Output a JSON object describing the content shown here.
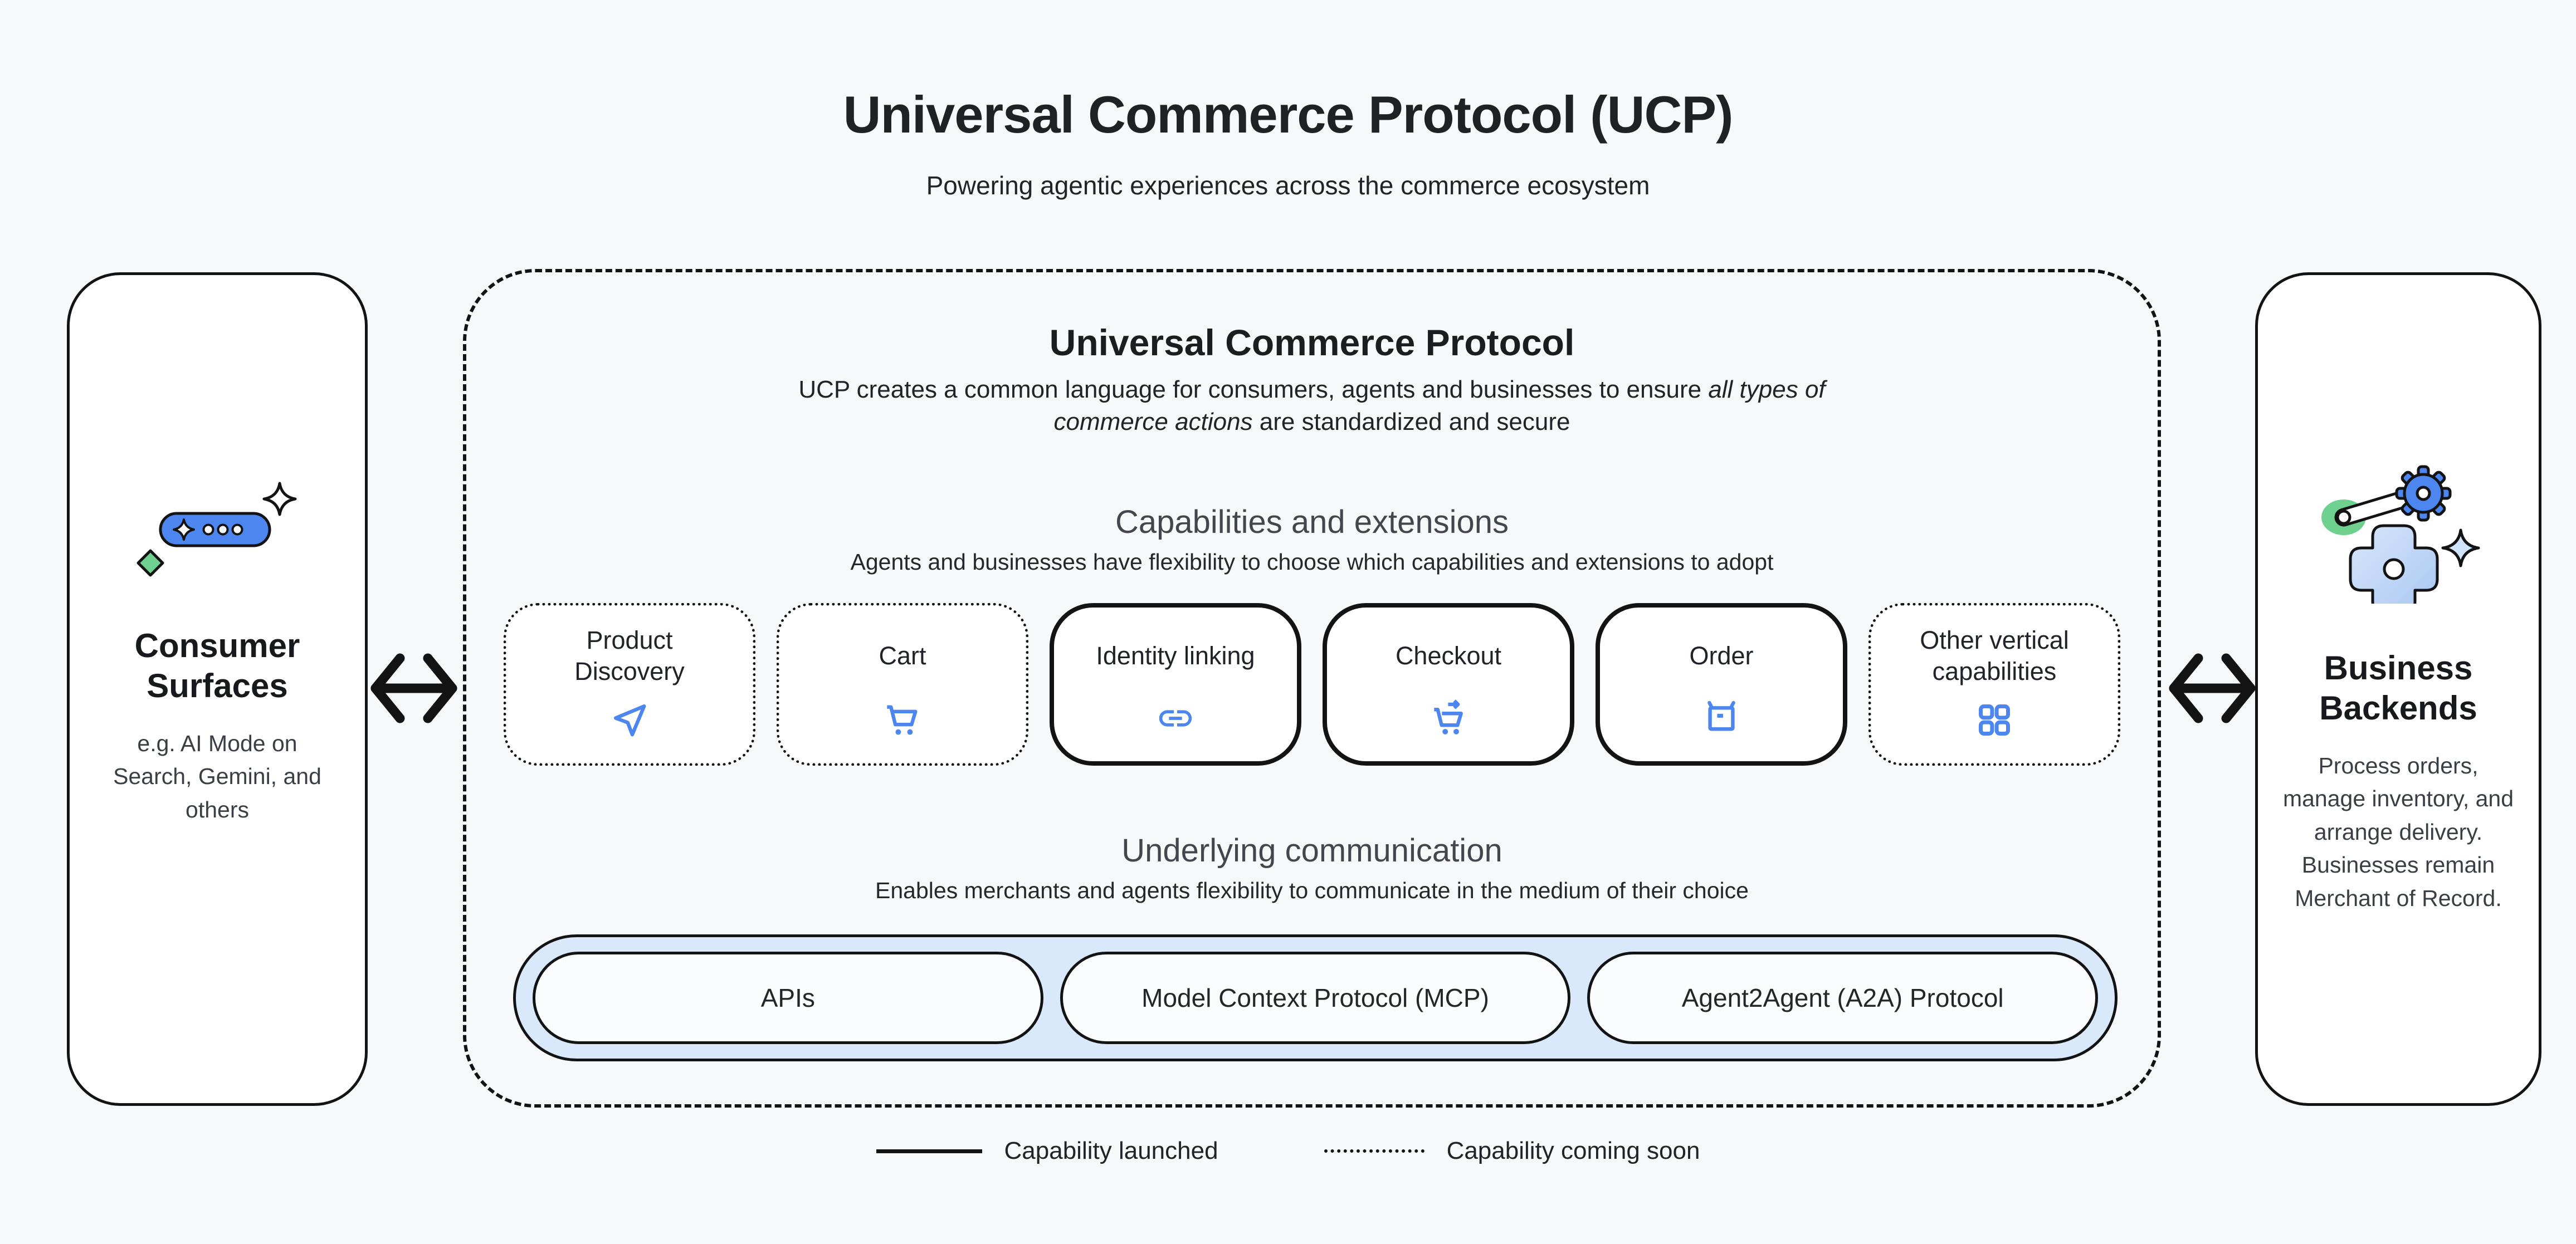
{
  "page": {
    "title": "Universal Commerce Protocol (UCP)",
    "subtitle": "Powering agentic experiences across the commerce ecosystem"
  },
  "consumer_surfaces": {
    "title": "Consumer Surfaces",
    "description": "e.g. AI Mode on Search, Gemini, and others",
    "icon": "chat-pill-sparkle-icon"
  },
  "ucp": {
    "title": "Universal Commerce Protocol",
    "description_line1_regular": "UCP creates a common language for consumers, agents and businesses to ensure ",
    "description_line1_italic": "all types of",
    "description_line2_italic": "commerce actions",
    "description_line2_regular": " are standardized and secure",
    "capabilities": {
      "heading": "Capabilities and extensions",
      "subheading": "Agents and businesses have flexibility to choose which capabilities and extensions to adopt",
      "items": [
        {
          "label": "Product Discovery",
          "status": "coming-soon",
          "icon": "send-arrow-icon"
        },
        {
          "label": "Cart",
          "status": "coming-soon",
          "icon": "shopping-cart-icon"
        },
        {
          "label": "Identity linking",
          "status": "launched",
          "icon": "link-icon"
        },
        {
          "label": "Checkout",
          "status": "launched",
          "icon": "cart-checkout-icon"
        },
        {
          "label": "Order",
          "status": "launched",
          "icon": "order-box-icon"
        },
        {
          "label": "Other vertical capabilities",
          "status": "coming-soon",
          "icon": "grid-icon"
        }
      ]
    },
    "communication": {
      "heading": "Underlying communication",
      "subheading": "Enables merchants and agents flexibility to communicate in the medium of their choice",
      "channels": [
        "APIs",
        "Model Context Protocol (MCP)",
        "Agent2Agent (A2A) Protocol"
      ]
    }
  },
  "business_backends": {
    "title": "Business Backends",
    "description": "Process orders, manage inventory, and arrange delivery. Businesses remain Merchant of Record.",
    "icon": "gears-icon"
  },
  "legend": {
    "launched": "Capability launched",
    "coming_soon": "Capability coming soon"
  },
  "colors": {
    "background": "#f6f8f9",
    "ink": "#131313",
    "accent_blue": "#4c86ee",
    "light_blue_fill": "#d9e8fb",
    "green": "#6fd190"
  }
}
